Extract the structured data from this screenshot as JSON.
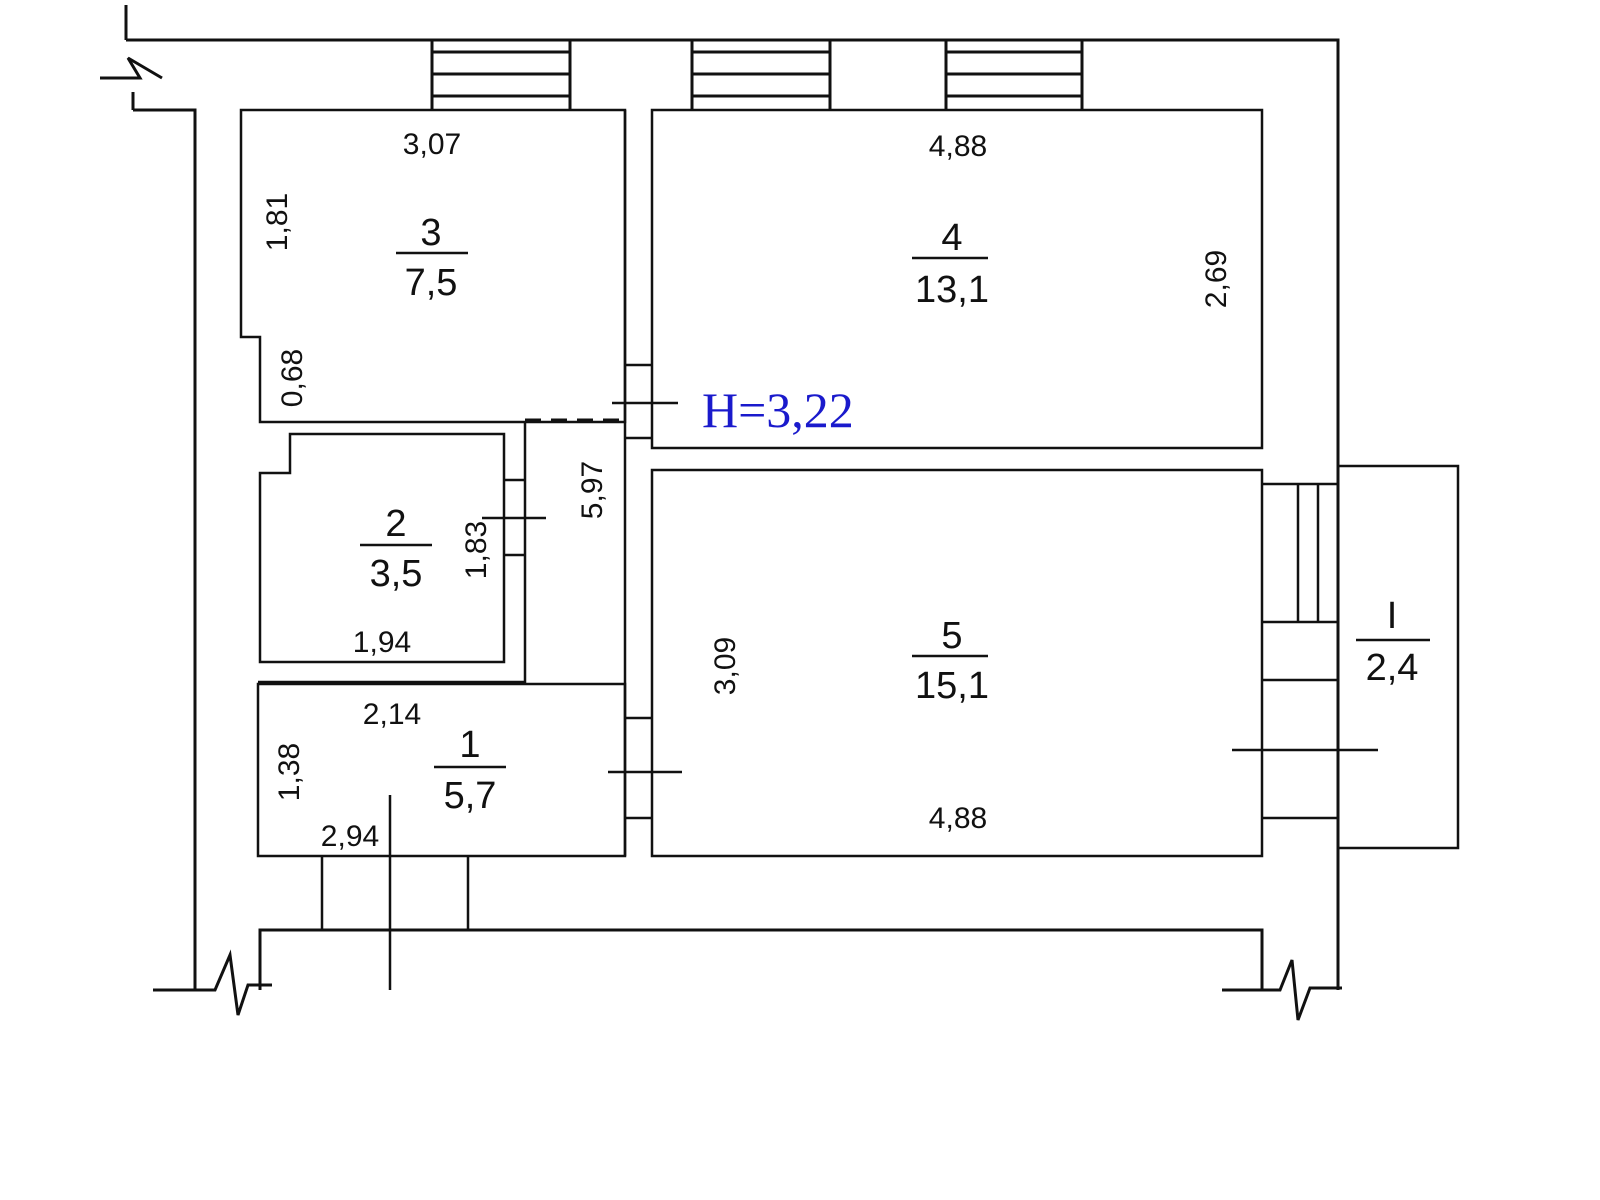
{
  "plan": {
    "ceiling_height": "H=3,22",
    "rooms": [
      {
        "id": "room-1",
        "number": "1",
        "area": "5,7"
      },
      {
        "id": "room-2",
        "number": "2",
        "area": "3,5"
      },
      {
        "id": "room-3",
        "number": "3",
        "area": "7,5"
      },
      {
        "id": "room-4",
        "number": "4",
        "area": "13,1"
      },
      {
        "id": "room-5",
        "number": "5",
        "area": "15,1"
      },
      {
        "id": "balcony",
        "number": "I",
        "area": "2,4"
      }
    ],
    "dimensions": {
      "room3_top": "3,07",
      "room3_left": "1,81",
      "room3_left_lower": "0,68",
      "room4_top": "4,88",
      "room4_right": "2,69",
      "corridor": "5,97",
      "room2_right": "1,83",
      "room2_bottom": "1,94",
      "room1_top": "2,14",
      "room1_left": "1,38",
      "room1_bottom": "2,94",
      "room5_left": "3,09",
      "room5_bottom": "4,88"
    }
  }
}
